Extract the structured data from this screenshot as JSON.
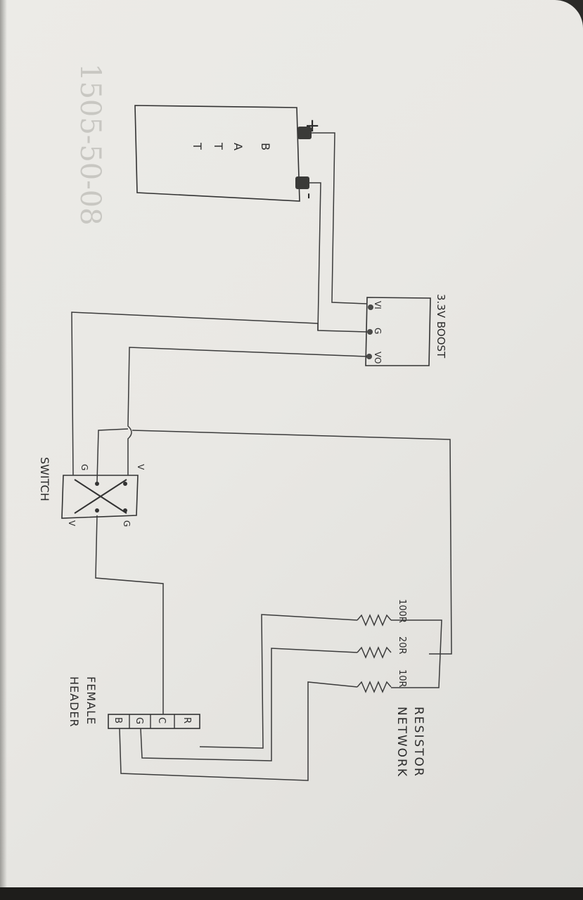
{
  "battery": {
    "letters": [
      "B",
      "A",
      "T",
      "T"
    ],
    "plus": "+",
    "minus": "-"
  },
  "boost": {
    "title": "3.3V BOOST",
    "pins": [
      "VI",
      "G",
      "VO"
    ]
  },
  "switch": {
    "title": "SWITCH",
    "pin_letters": [
      "G",
      "V",
      "V",
      "G"
    ]
  },
  "resistors": {
    "title_line1": "RESISTOR",
    "title_line2": "NETWORK",
    "values": [
      "100R",
      "20R",
      "10R"
    ]
  },
  "header": {
    "title_line1": "FEMALE",
    "title_line2": "HEADER",
    "pins": [
      "B",
      "G",
      "C",
      "R"
    ]
  },
  "faint_date": "1505-50-08"
}
